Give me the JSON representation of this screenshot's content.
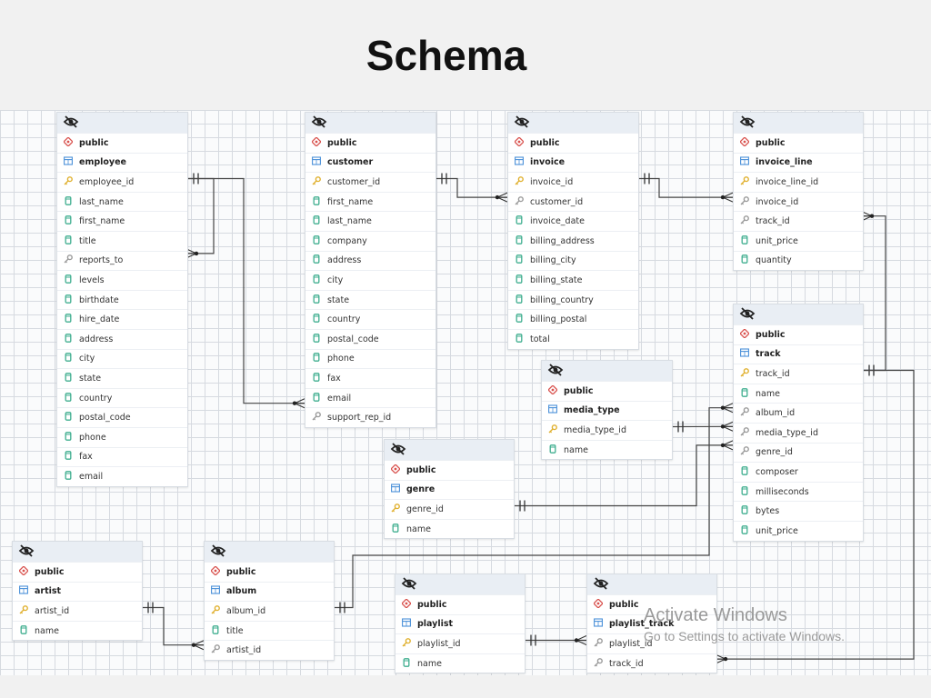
{
  "title": "Schema",
  "tables": [
    {
      "key": "employee",
      "schema": "public",
      "name": "employee",
      "columns": [
        {
          "name": "employee_id",
          "kind": "pk"
        },
        {
          "name": "last_name",
          "kind": "col"
        },
        {
          "name": "first_name",
          "kind": "col"
        },
        {
          "name": "title",
          "kind": "col"
        },
        {
          "name": "reports_to",
          "kind": "fk"
        },
        {
          "name": "levels",
          "kind": "col"
        },
        {
          "name": "birthdate",
          "kind": "col"
        },
        {
          "name": "hire_date",
          "kind": "col"
        },
        {
          "name": "address",
          "kind": "col"
        },
        {
          "name": "city",
          "kind": "col"
        },
        {
          "name": "state",
          "kind": "col"
        },
        {
          "name": "country",
          "kind": "col"
        },
        {
          "name": "postal_code",
          "kind": "col"
        },
        {
          "name": "phone",
          "kind": "col"
        },
        {
          "name": "fax",
          "kind": "col"
        },
        {
          "name": "email",
          "kind": "col"
        }
      ]
    },
    {
      "key": "customer",
      "schema": "public",
      "name": "customer",
      "columns": [
        {
          "name": "customer_id",
          "kind": "pk"
        },
        {
          "name": "first_name",
          "kind": "col"
        },
        {
          "name": "last_name",
          "kind": "col"
        },
        {
          "name": "company",
          "kind": "col"
        },
        {
          "name": "address",
          "kind": "col"
        },
        {
          "name": "city",
          "kind": "col"
        },
        {
          "name": "state",
          "kind": "col"
        },
        {
          "name": "country",
          "kind": "col"
        },
        {
          "name": "postal_code",
          "kind": "col"
        },
        {
          "name": "phone",
          "kind": "col"
        },
        {
          "name": "fax",
          "kind": "col"
        },
        {
          "name": "email",
          "kind": "col"
        },
        {
          "name": "support_rep_id",
          "kind": "fk"
        }
      ]
    },
    {
      "key": "invoice",
      "schema": "public",
      "name": "invoice",
      "columns": [
        {
          "name": "invoice_id",
          "kind": "pk"
        },
        {
          "name": "customer_id",
          "kind": "fk"
        },
        {
          "name": "invoice_date",
          "kind": "col"
        },
        {
          "name": "billing_address",
          "kind": "col"
        },
        {
          "name": "billing_city",
          "kind": "col"
        },
        {
          "name": "billing_state",
          "kind": "col"
        },
        {
          "name": "billing_country",
          "kind": "col"
        },
        {
          "name": "billing_postal",
          "kind": "col"
        },
        {
          "name": "total",
          "kind": "col"
        }
      ]
    },
    {
      "key": "invoice_line",
      "schema": "public",
      "name": "invoice_line",
      "columns": [
        {
          "name": "invoice_line_id",
          "kind": "pk"
        },
        {
          "name": "invoice_id",
          "kind": "fk"
        },
        {
          "name": "track_id",
          "kind": "fk"
        },
        {
          "name": "unit_price",
          "kind": "col"
        },
        {
          "name": "quantity",
          "kind": "col"
        }
      ]
    },
    {
      "key": "track",
      "schema": "public",
      "name": "track",
      "columns": [
        {
          "name": "track_id",
          "kind": "pk"
        },
        {
          "name": "name",
          "kind": "col"
        },
        {
          "name": "album_id",
          "kind": "fk"
        },
        {
          "name": "media_type_id",
          "kind": "fk"
        },
        {
          "name": "genre_id",
          "kind": "fk"
        },
        {
          "name": "composer",
          "kind": "col"
        },
        {
          "name": "milliseconds",
          "kind": "col"
        },
        {
          "name": "bytes",
          "kind": "col"
        },
        {
          "name": "unit_price",
          "kind": "col"
        }
      ]
    },
    {
      "key": "media_type",
      "schema": "public",
      "name": "media_type",
      "columns": [
        {
          "name": "media_type_id",
          "kind": "pk"
        },
        {
          "name": "name",
          "kind": "col"
        }
      ]
    },
    {
      "key": "genre",
      "schema": "public",
      "name": "genre",
      "columns": [
        {
          "name": "genre_id",
          "kind": "pk"
        },
        {
          "name": "name",
          "kind": "col"
        }
      ]
    },
    {
      "key": "artist",
      "schema": "public",
      "name": "artist",
      "columns": [
        {
          "name": "artist_id",
          "kind": "pk"
        },
        {
          "name": "name",
          "kind": "col"
        }
      ]
    },
    {
      "key": "album",
      "schema": "public",
      "name": "album",
      "columns": [
        {
          "name": "album_id",
          "kind": "pk"
        },
        {
          "name": "title",
          "kind": "col"
        },
        {
          "name": "artist_id",
          "kind": "fk"
        }
      ]
    },
    {
      "key": "playlist",
      "schema": "public",
      "name": "playlist",
      "columns": [
        {
          "name": "playlist_id",
          "kind": "pk"
        },
        {
          "name": "name",
          "kind": "col"
        }
      ]
    },
    {
      "key": "playlist_track",
      "schema": "public",
      "name": "playlist_track",
      "columns": [
        {
          "name": "playlist_id",
          "kind": "fk"
        },
        {
          "name": "track_id",
          "kind": "fk"
        }
      ]
    }
  ],
  "relationships": [
    {
      "from": "employee.employee_id",
      "to": "employee.reports_to"
    },
    {
      "from": "employee.employee_id",
      "to": "customer.support_rep_id"
    },
    {
      "from": "customer.customer_id",
      "to": "invoice.customer_id"
    },
    {
      "from": "invoice.invoice_id",
      "to": "invoice_line.invoice_id"
    },
    {
      "from": "track.track_id",
      "to": "invoice_line.track_id"
    },
    {
      "from": "media_type.media_type_id",
      "to": "track.media_type_id"
    },
    {
      "from": "genre.genre_id",
      "to": "track.genre_id"
    },
    {
      "from": "album.album_id",
      "to": "track.album_id"
    },
    {
      "from": "artist.artist_id",
      "to": "album.artist_id"
    },
    {
      "from": "playlist.playlist_id",
      "to": "playlist_track.playlist_id"
    },
    {
      "from": "track.track_id",
      "to": "playlist_track.track_id"
    }
  ],
  "watermark": {
    "line1": "Activate Windows",
    "line2": "Go to Settings to activate Windows."
  },
  "colors": {
    "header_bg": "#e9eef4",
    "grid": "#d6dae0",
    "pk_icon": "#e0b02e",
    "col_icon": "#3fae8f",
    "fk_icon": "#9a9a9a",
    "schema_icon": "#d9534f",
    "table_icon": "#4a90d9"
  }
}
